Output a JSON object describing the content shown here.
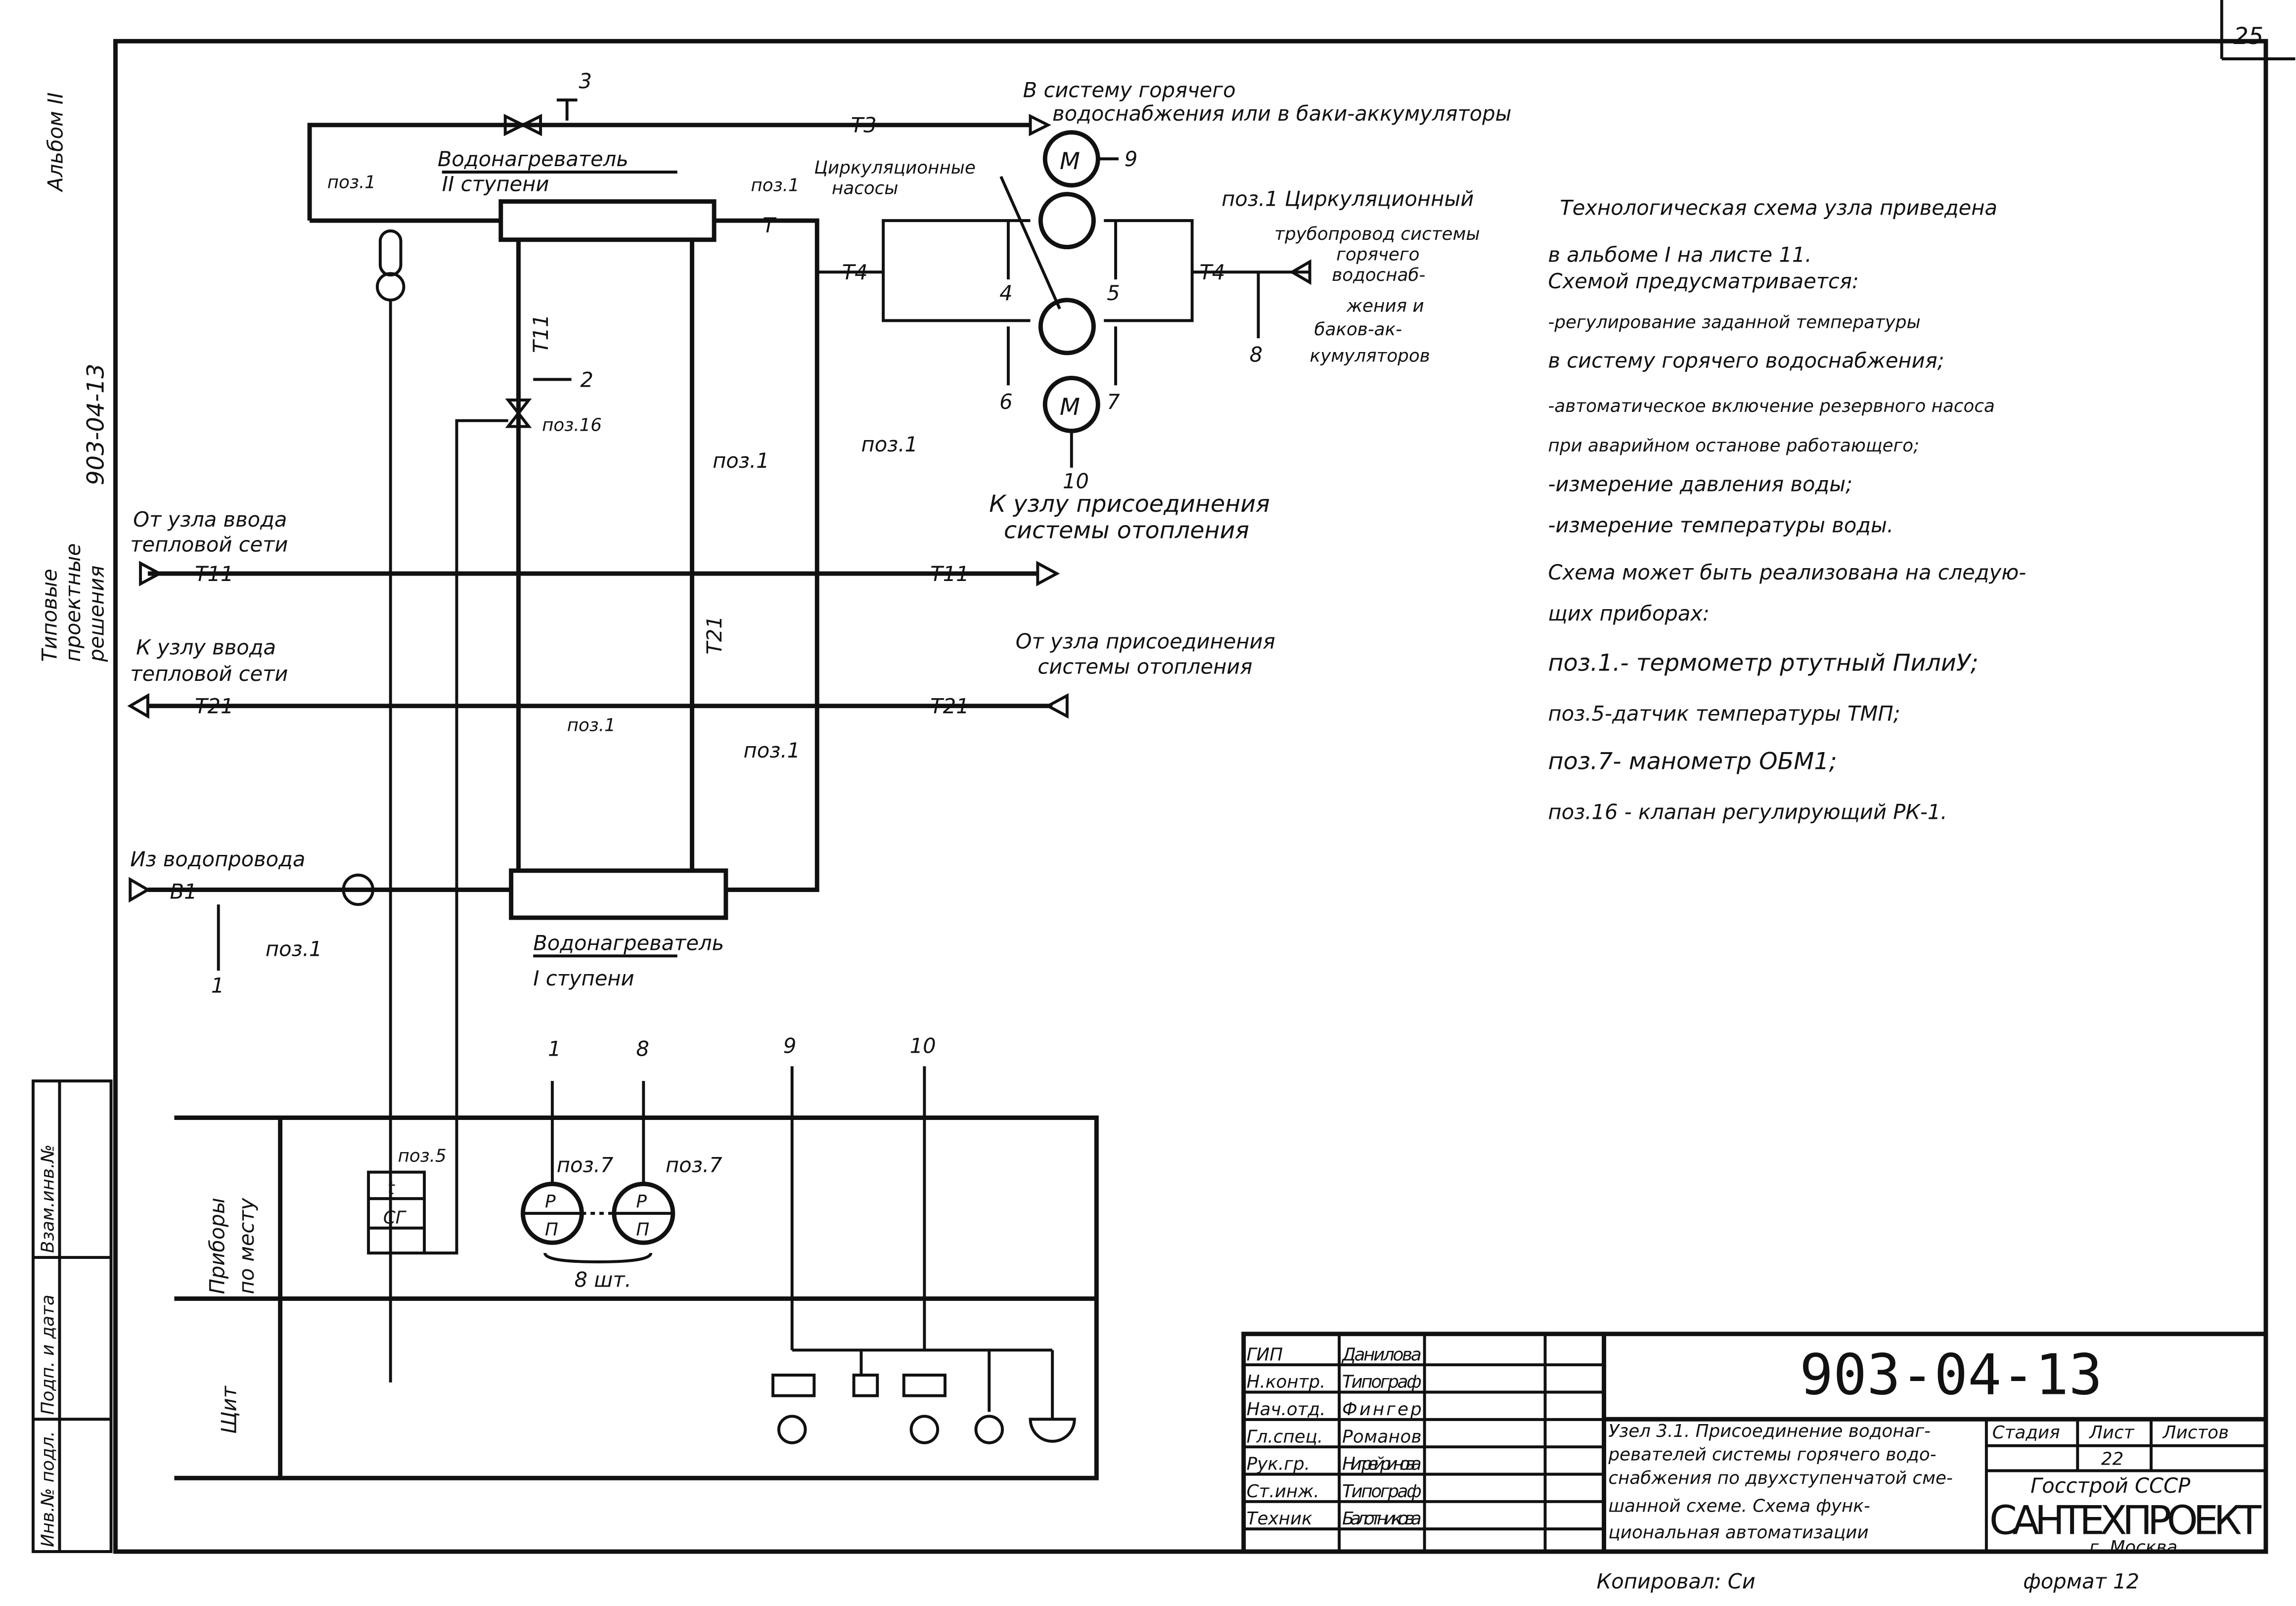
{
  "sheet_corner": "25",
  "margin": {
    "album": "Альбом II",
    "code": "903-04-13",
    "series": [
      "Типовые",
      "проектные",
      "решения"
    ],
    "stamp_cols": [
      "Инв.№ подл.",
      "Подп. и дата",
      "Взам.инв.№"
    ]
  },
  "top": {
    "label_3": "3",
    "pipe_t3": "Т3",
    "dest_line1": "В систему горячего",
    "dest_line2": "водоснабжения или в баки-аккумуляторы",
    "heater2_title": "Водонагреватель",
    "heater2_stage": "II ступени",
    "pos1": "поз.1",
    "circ_pumps": [
      "Циркуляционные",
      "насосы"
    ],
    "motor": "M",
    "label_9": "9",
    "label_10": "10",
    "pipe_t4": "Т4",
    "label_4": "4",
    "label_5": "5",
    "label_6": "6",
    "label_7": "7",
    "label_8": "8",
    "circ_pipe": [
      "поз.1 Циркуляционный",
      "трубопровод системы",
      "горячего",
      "водоснаб-",
      "жения и",
      "баков-ак-",
      "кумуляторов"
    ],
    "to_heating": [
      "К узлу присоединения",
      "системы отопления"
    ]
  },
  "middle": {
    "pipe_t11": "Т11",
    "pipe_t21": "Т21",
    "label_2": "2",
    "pos16": "поз.16",
    "pos1": "поз.1",
    "from_heat_input": [
      "От узла ввода",
      "тепловой сети"
    ],
    "to_heat_input": [
      "К узлу ввода",
      "тепловой сети"
    ],
    "from_heating": [
      "От узла присоединения",
      "системы отопления"
    ],
    "from_water": "Из водопровода",
    "pipe_b1": "В1",
    "label_1": "1",
    "heater1_title": "Водонагреватель",
    "heater1_stage": "I ступени"
  },
  "notes": [
    "Технологическая схема узла приведена",
    "в альбоме I на листе 11.",
    "Схемой предусматривается:",
    "-регулирование заданной температуры",
    "в систему горячего водоснабжения;",
    "-автоматическое включение резервного насоса",
    "при аварийном останове работающего;",
    "-измерение давления воды;",
    "-измерение температуры воды.",
    "Схема может быть реализована на следую-",
    "щих приборах:",
    "поз.1.- термометр ртутный ПилиУ;",
    "поз.5-датчик температуры ТМП;",
    "поз.7- манометр ОБМ1;",
    "поз.16 - клапан регулирующий РК-1."
  ],
  "panel": {
    "row1": [
      "Приборы",
      "по месту"
    ],
    "row2": "Щит",
    "pos5": "поз.5",
    "pos7": "поз.7",
    "gauge_top": "Р",
    "gauge_bottom": "П",
    "count": "8 шт.",
    "sensor_top": "t",
    "sensor_mid": "СГ",
    "tags": [
      "1",
      "8",
      "9",
      "10"
    ]
  },
  "title_block": {
    "roles": [
      "ГИП",
      "Н.контр.",
      "Нач.отд.",
      "Гл.спец.",
      "Рук.гр.",
      "Ст.инж.",
      "Техник"
    ],
    "names": [
      "Данилова",
      "Типограф",
      "Фингер",
      "Романов",
      "Нигрейринова",
      "Типограф",
      "Балотникова"
    ],
    "doc_code": "903-04-13",
    "description": [
      "Узел 3.1. Присоединение водонаг-",
      "ревателей системы горячего водо-",
      "снабжения по двухступенчатой сме-",
      "шанной схеме. Схема функ-",
      "циональная автоматизации"
    ],
    "stage_h": "Стадия",
    "sheet_h": "Лист",
    "sheets_h": "Листов",
    "sheet": "22",
    "org1": "Госстрой СССР",
    "org2": "САНТЕХПРОЕКТ",
    "city": "г. Москва",
    "copied": "Копировал: Си",
    "format": "формат 12"
  }
}
